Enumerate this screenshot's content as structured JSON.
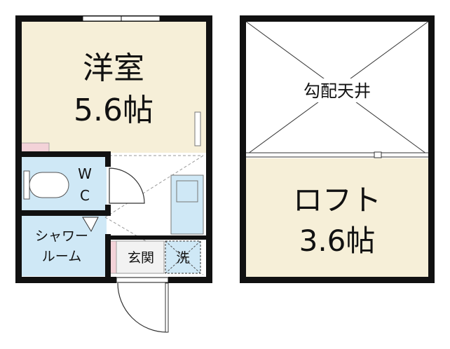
{
  "colors": {
    "wall": "#111111",
    "room_fill": "#f6efd8",
    "wet_fill": "#cfe8f6",
    "entry_fill": "#f2f2f2",
    "accent_pink": "#f3d2d8",
    "white": "#ffffff"
  },
  "rooms": {
    "western_room_name": "洋室",
    "western_room_size": "5.6帖",
    "wc_line1": "W",
    "wc_line2": "C",
    "shower_line1": "シャワー",
    "shower_line2": "ルーム",
    "entrance": "玄関",
    "laundry": "洗",
    "slanted_ceiling": "勾配天井",
    "loft_name": "ロフト",
    "loft_size": "3.6帖"
  }
}
